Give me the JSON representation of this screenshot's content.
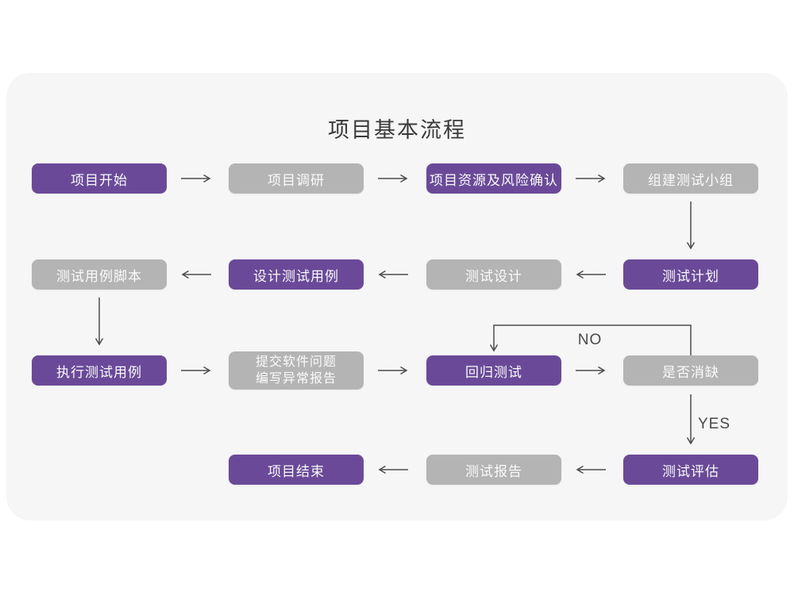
{
  "title": "项目基本流程",
  "labels": {
    "no": "NO",
    "yes": "YES"
  },
  "colors": {
    "purple_node": "#6a4a98",
    "gray_node": "#b5b4b5",
    "arrow": "#4d4d4d",
    "card_background": "#f6f6f7",
    "page_background": "#ffffff",
    "node_text": "#fafafa",
    "title_text": "#3a3a3a"
  },
  "nodes": {
    "project_start": {
      "label": "项目开始"
    },
    "project_research": {
      "label": "项目调研"
    },
    "resources_risk": {
      "label": "项目资源及风险确认"
    },
    "build_test_team": {
      "label": "组建测试小组"
    },
    "test_plan": {
      "label": "测试计划"
    },
    "test_design": {
      "label": "测试设计"
    },
    "design_test_cases": {
      "label": "设计测试用例"
    },
    "test_case_script": {
      "label": "测试用例脚本"
    },
    "execute_test_cases": {
      "label": "执行测试用例"
    },
    "submit_issues": {
      "line1": "提交软件问题",
      "line2": "编写异常报告"
    },
    "regression_test": {
      "label": "回归测试"
    },
    "defect_cleared": {
      "label": "是否消缺"
    },
    "test_evaluation": {
      "label": "测试评估"
    },
    "test_report": {
      "label": "测试报告"
    },
    "project_end": {
      "label": "项目结束"
    }
  }
}
